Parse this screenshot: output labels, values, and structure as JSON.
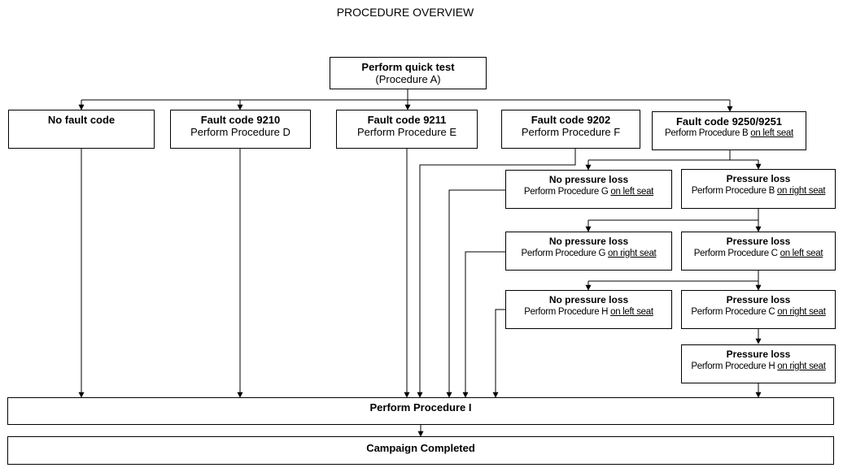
{
  "title": "PROCEDURE OVERVIEW",
  "nodes": {
    "quick_test": {
      "title": "Perform quick test",
      "sub": "(Procedure A)"
    },
    "no_fault": {
      "title": "No fault code"
    },
    "fc9210": {
      "title": "Fault code 9210",
      "sub": "Perform Procedure D"
    },
    "fc9211": {
      "title": "Fault code 9211",
      "sub": "Perform Procedure E"
    },
    "fc9202": {
      "title": "Fault code 9202",
      "sub": "Perform Procedure F"
    },
    "fc9250": {
      "title": "Fault code 9250/9251",
      "sub_pre": "Perform Procedure B ",
      "sub_u": "on left seat"
    },
    "npl_g_left": {
      "title": "No pressure loss",
      "sub_pre": "Perform Procedure G ",
      "sub_u": "on left seat"
    },
    "pl_b_right": {
      "title": "Pressure loss",
      "sub_pre": "Perform Procedure B ",
      "sub_u": "on right seat"
    },
    "npl_g_right": {
      "title": "No pressure loss",
      "sub_pre": "Perform Procedure G ",
      "sub_u": "on right seat"
    },
    "pl_c_left": {
      "title": "Pressure loss",
      "sub_pre": "Perform Procedure C ",
      "sub_u": "on left seat"
    },
    "npl_h_left": {
      "title": "No pressure loss",
      "sub_pre": "Perform Procedure H ",
      "sub_u": "on left seat"
    },
    "pl_c_right": {
      "title": "Pressure loss",
      "sub_pre": "Perform Procedure C ",
      "sub_u": "on right seat"
    },
    "pl_h_right": {
      "title": "Pressure loss",
      "sub_pre": "Perform Procedure H ",
      "sub_u": "on right seat"
    },
    "proc_i": {
      "title": "Perform Procedure I"
    },
    "completed": {
      "title": "Campaign Completed"
    }
  }
}
